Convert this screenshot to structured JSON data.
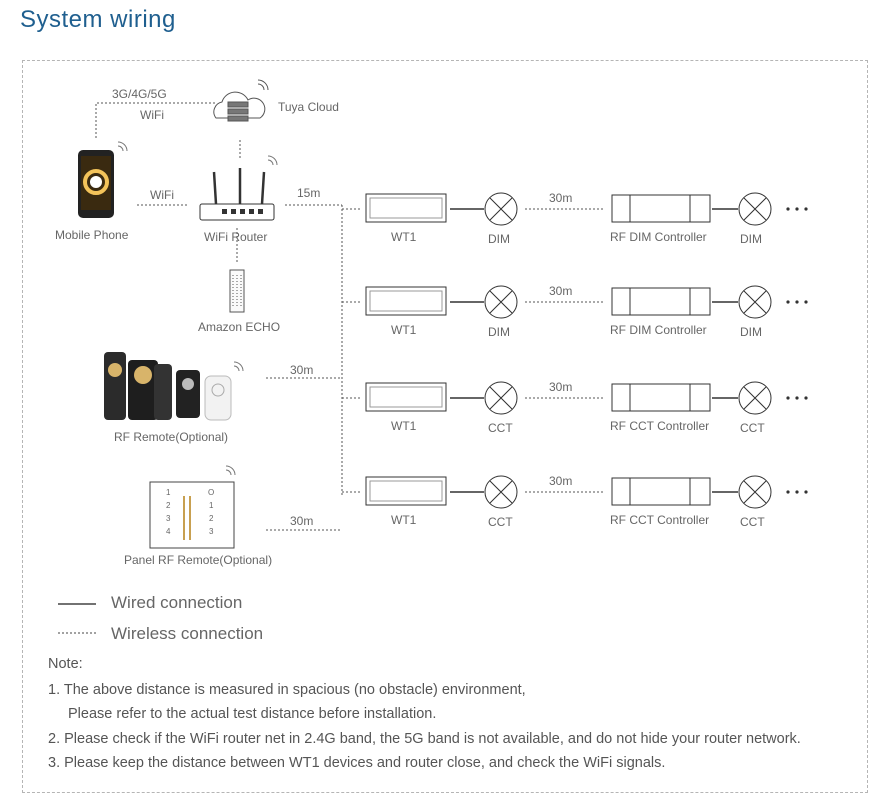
{
  "title": "System wiring",
  "labels": {
    "network": "3G/4G/5G",
    "network_wifi": "WiFi",
    "cloud": "Tuya Cloud",
    "phone": "Mobile Phone",
    "phone_link": "WiFi",
    "router": "WiFi Router",
    "router_dist": "15m",
    "echo": "Amazon ECHO",
    "rf_remote": "RF Remote(Optional)",
    "rf_remote_dist": "30m",
    "panel": "Panel RF Remote(Optional)",
    "panel_dist": "30m"
  },
  "rows": [
    {
      "device": "WT1",
      "load": "DIM",
      "dist": "30m",
      "controller": "RF DIM Controller",
      "load2": "DIM"
    },
    {
      "device": "WT1",
      "load": "DIM",
      "dist": "30m",
      "controller": "RF DIM Controller",
      "load2": "DIM"
    },
    {
      "device": "WT1",
      "load": "CCT",
      "dist": "30m",
      "controller": "RF CCT Controller",
      "load2": "CCT"
    },
    {
      "device": "WT1",
      "load": "CCT",
      "dist": "30m",
      "controller": "RF CCT Controller",
      "load2": "CCT"
    }
  ],
  "legend": {
    "wired": "Wired connection",
    "wireless": "Wireless connection"
  },
  "notes": {
    "heading": "Note:",
    "n1a": "1. The above distance is measured in spacious (no obstacle) environment,",
    "n1b": "Please refer to the actual test distance before installation.",
    "n2": "2. Please check if the WiFi router net in 2.4G band, the 5G band is not available, and do not hide your router network.",
    "n3": "3. Please keep the distance between WT1 devices and router close, and check the WiFi signals."
  },
  "panel_keys": [
    "1",
    "2",
    "3",
    "4"
  ],
  "colors": {
    "title": "#1f5f8f",
    "line": "#444444",
    "dashed_frame": "#b5b5b5"
  }
}
